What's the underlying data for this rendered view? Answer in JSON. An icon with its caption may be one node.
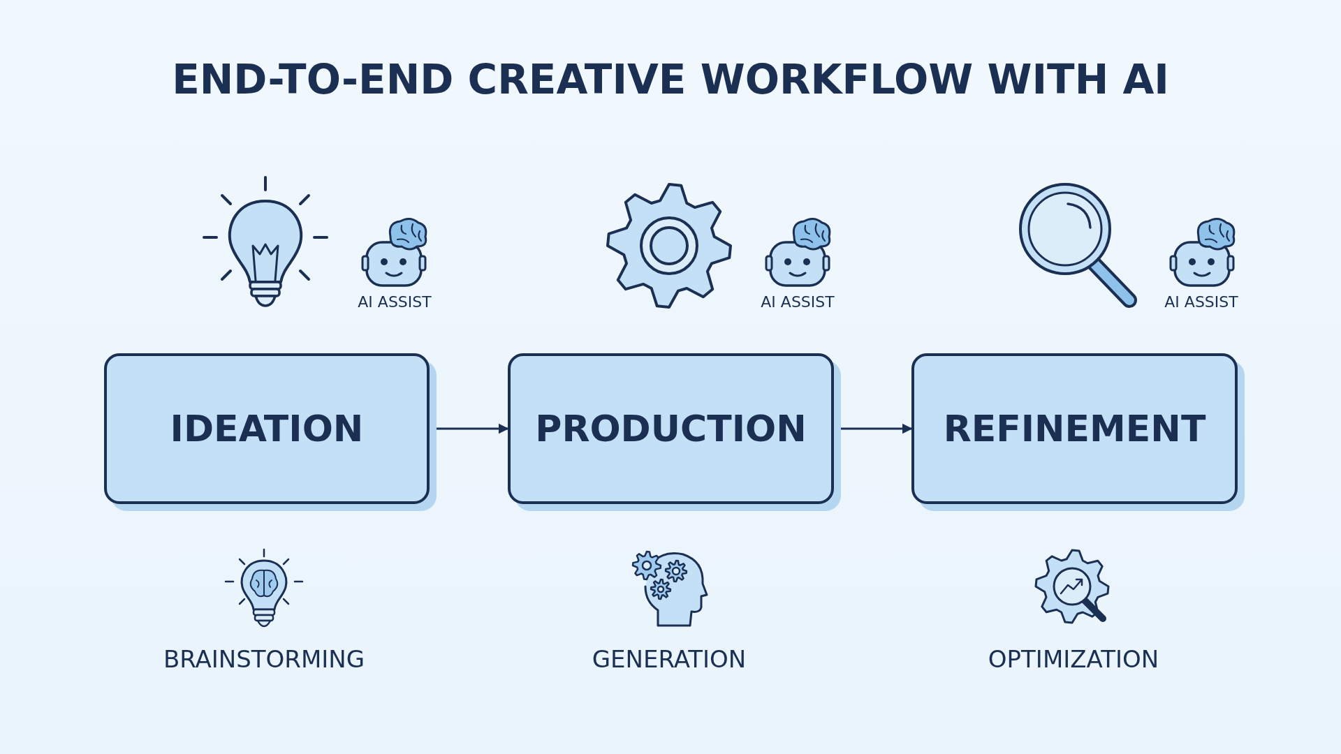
{
  "diagram": {
    "title": "END-TO-END CREATIVE WORKFLOW WITH AI",
    "nodes": [
      {
        "text": [
          "IDEATION"
        ]
      },
      {
        "text": [
          "PRODUCTION"
        ]
      },
      {
        "text": [
          "REFINEMENT"
        ]
      }
    ],
    "edges": [
      {
        "from": 0,
        "to": 1,
        "arrow": "to"
      },
      {
        "from": 1,
        "to": 2,
        "arrow": "to"
      }
    ],
    "labels": [
      "AI ASSIST",
      "AI ASSIST",
      "AI ASSIST",
      "BRAINSTORMING",
      "GENERATION",
      "OPTIMIZATION"
    ]
  }
}
